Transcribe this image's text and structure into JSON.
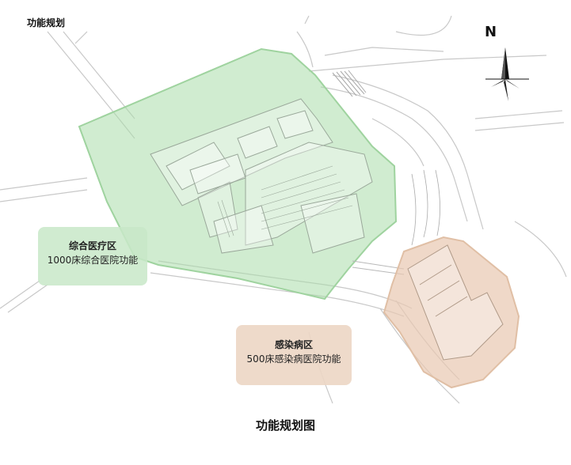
{
  "header": {
    "title": "功能规划"
  },
  "compass": {
    "letter": "N"
  },
  "zones": {
    "general": {
      "title": "综合医疗区",
      "subtitle": "1000床综合医院功能",
      "color": "#bfe5bf"
    },
    "infection": {
      "title": "感染病区",
      "subtitle": "500床感染病医院功能",
      "color": "#e8d2bf"
    }
  },
  "caption": "功能规划图"
}
